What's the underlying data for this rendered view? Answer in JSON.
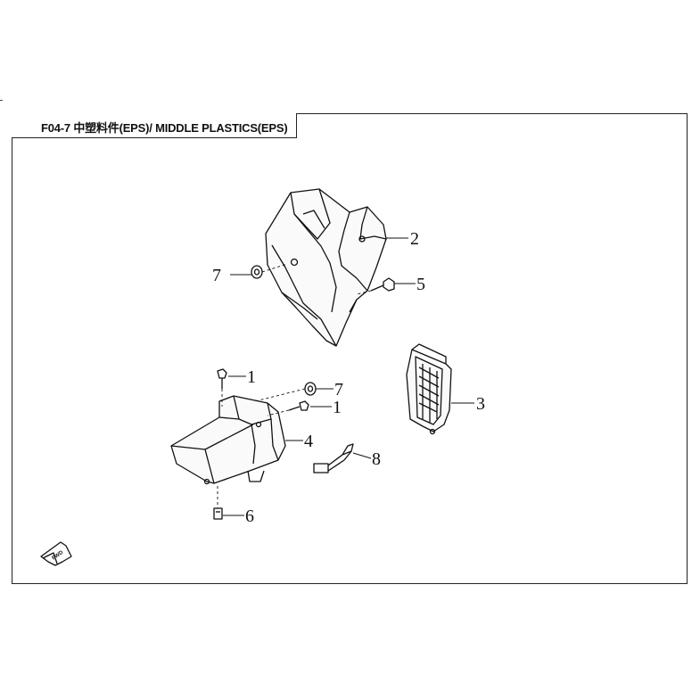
{
  "title": "F04-7 中塑料件(EPS)/ MIDDLE PLASTICS(EPS)",
  "callouts": {
    "c2": "2",
    "c7a": "7",
    "c5": "5",
    "c3": "3",
    "c1a": "1",
    "c7b": "7",
    "c1b": "1",
    "c4": "4",
    "c8": "8",
    "c6": "6"
  },
  "fwd_label": "FWD",
  "colors": {
    "line": "#111111",
    "background": "#ffffff"
  }
}
